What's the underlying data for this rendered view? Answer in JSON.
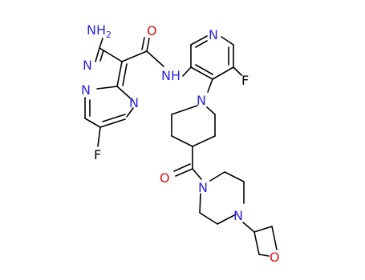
{
  "molecule": {
    "colors": {
      "nitrogen": "#2a2ad8",
      "oxygen": "#e01010",
      "carbon_bond": "#000000",
      "fluorine": "#000000"
    },
    "labels": {
      "amino_main": "NH",
      "amino_sub": "2",
      "n_pyrazole_top": "N",
      "n_bridgehead": "N",
      "n_pyrimidine": "N",
      "f_pyrimidine": "F",
      "o_amide": "O",
      "nh_amide": "NH",
      "n_pyridine": "N",
      "f_pyridine": "F",
      "n_piperidine": "N",
      "o_carbonyl": "O",
      "n_piperazine_top": "N",
      "n_piperazine_bottom": "N",
      "o_oxetane": "O"
    }
  }
}
